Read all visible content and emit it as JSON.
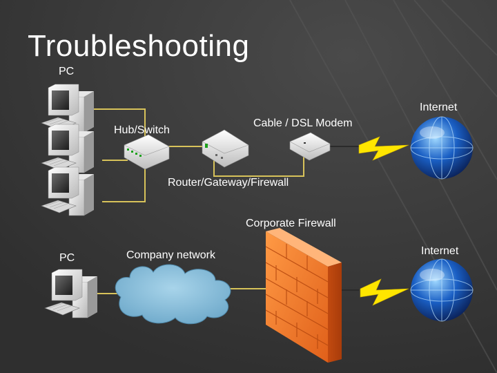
{
  "title": "Troubleshooting",
  "labels": {
    "pc_top": "PC",
    "internet_top": "Internet",
    "hub_switch": "Hub/Switch",
    "modem": "Cable / DSL Modem",
    "router": "Router/Gateway/Firewall",
    "corporate_firewall": "Corporate Firewall",
    "pc_bottom": "PC",
    "company_network": "Company network",
    "internet_bottom": "Internet"
  },
  "colors": {
    "background": "#3a3a3a",
    "cable": "#d8c35a",
    "lightning": "#ffe600",
    "firewall": "#f07a2a",
    "cloud": "#7fb8d6",
    "globe": "#1a5fc4"
  },
  "icons": [
    "pc-icon",
    "hub-icon",
    "router-icon",
    "modem-icon",
    "globe-icon",
    "lightning-icon",
    "cloud-icon",
    "firewall-icon"
  ]
}
